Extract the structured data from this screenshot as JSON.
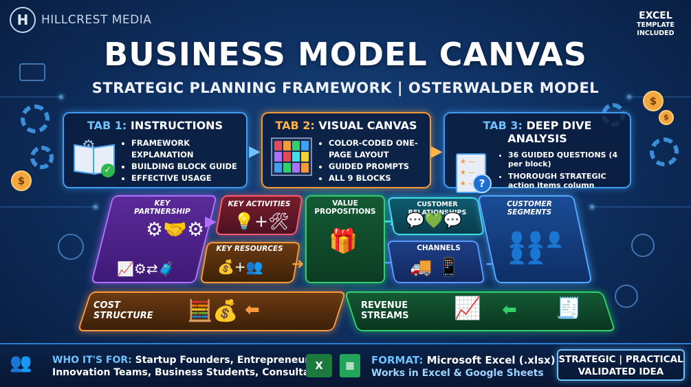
{
  "brand": {
    "logo_letter": "H",
    "name": "HILLCREST MEDIA"
  },
  "corner_tag": {
    "line1": "EXCEL",
    "line2": "TEMPLATE",
    "line3": "INCLUDED"
  },
  "header": {
    "title": "BUSINESS MODEL CANVAS",
    "subtitle": "STRATEGIC PLANNING FRAMEWORK | OSTERWALDER MODEL"
  },
  "tabs": [
    {
      "prefix": "TAB 1:",
      "title": "INSTRUCTIONS",
      "items": [
        "FRAMEWORK EXPLANATION",
        "BUILDING BLOCK GUIDE",
        "EFFECTIVE USAGE"
      ]
    },
    {
      "prefix": "TAB 2:",
      "title": "VISUAL CANVAS",
      "items": [
        "COLOR-CODED ONE-PAGE LAYOUT",
        "GUIDED PROMPTS",
        "ALL 9 BLOCKS"
      ]
    },
    {
      "prefix": "TAB 3:",
      "title": "DEEP DIVE ANALYSIS",
      "items": [
        "36 GUIDED QUESTIONS (4 per block)",
        "THOROUGH STRATEGIC action items column"
      ]
    }
  ],
  "canvas": {
    "key_partnership": "KEY PARTNERSHIP",
    "key_activities": "KEY ACTIVITIES",
    "key_resources": "KEY RESOURCES",
    "value_propositions": "VALUE PROPOSITIONS",
    "customer_relationships": "CUSTOMER RELATIONSHIPS",
    "channels": "CHANNELS",
    "customer_segments": "CUSTOMER SEGMENTS",
    "cost_structure": "COST STRUCTURE",
    "revenue_streams": "REVENUE STREAMS"
  },
  "footer": {
    "who_label": "WHO IT'S FOR:",
    "who_line1": "Startup Founders, Entrepreneurs,",
    "who_line2": "Innovation Teams, Business Students, Consultants",
    "excel_letter": "X",
    "format_label": "FORMAT:",
    "format_value": "Microsoft Excel (.xlsx)",
    "format_sub": "Works in Excel & Google Sheets",
    "stamp_line1": "STRATEGIC | PRACTICAL",
    "stamp_line2": "VALIDATED IDEA"
  },
  "icons": {
    "tab1": "book-gear-icon",
    "tab2": "color-grid-icon",
    "tab3": "clipboard-question-icon",
    "key_partnership": "handshake-gears-icon",
    "key_activities": "lightbulb-tools-icon",
    "key_resources": "money-people-icon",
    "value_propositions": "gift-star-icon",
    "customer_relationships": "chat-heart-icon",
    "channels": "truck-phone-icon",
    "customer_segments": "user-network-icon",
    "cost_structure": "calculator-moneybag-icon",
    "revenue_streams": "growth-chart-register-icon"
  },
  "colors": {
    "tab_blue": "#3f9df0",
    "tab_orange": "#f29a38",
    "key_partnership": "#b070ff",
    "key_activities": "#ff5a6a",
    "key_resources": "#ff9a3a",
    "value_propositions": "#33d06a",
    "customer_relationships": "#3fe0e6",
    "channels": "#5a9aff",
    "customer_segments": "#52a9ff",
    "cost_structure": "#ff9a3a",
    "revenue_streams": "#33d06a"
  }
}
